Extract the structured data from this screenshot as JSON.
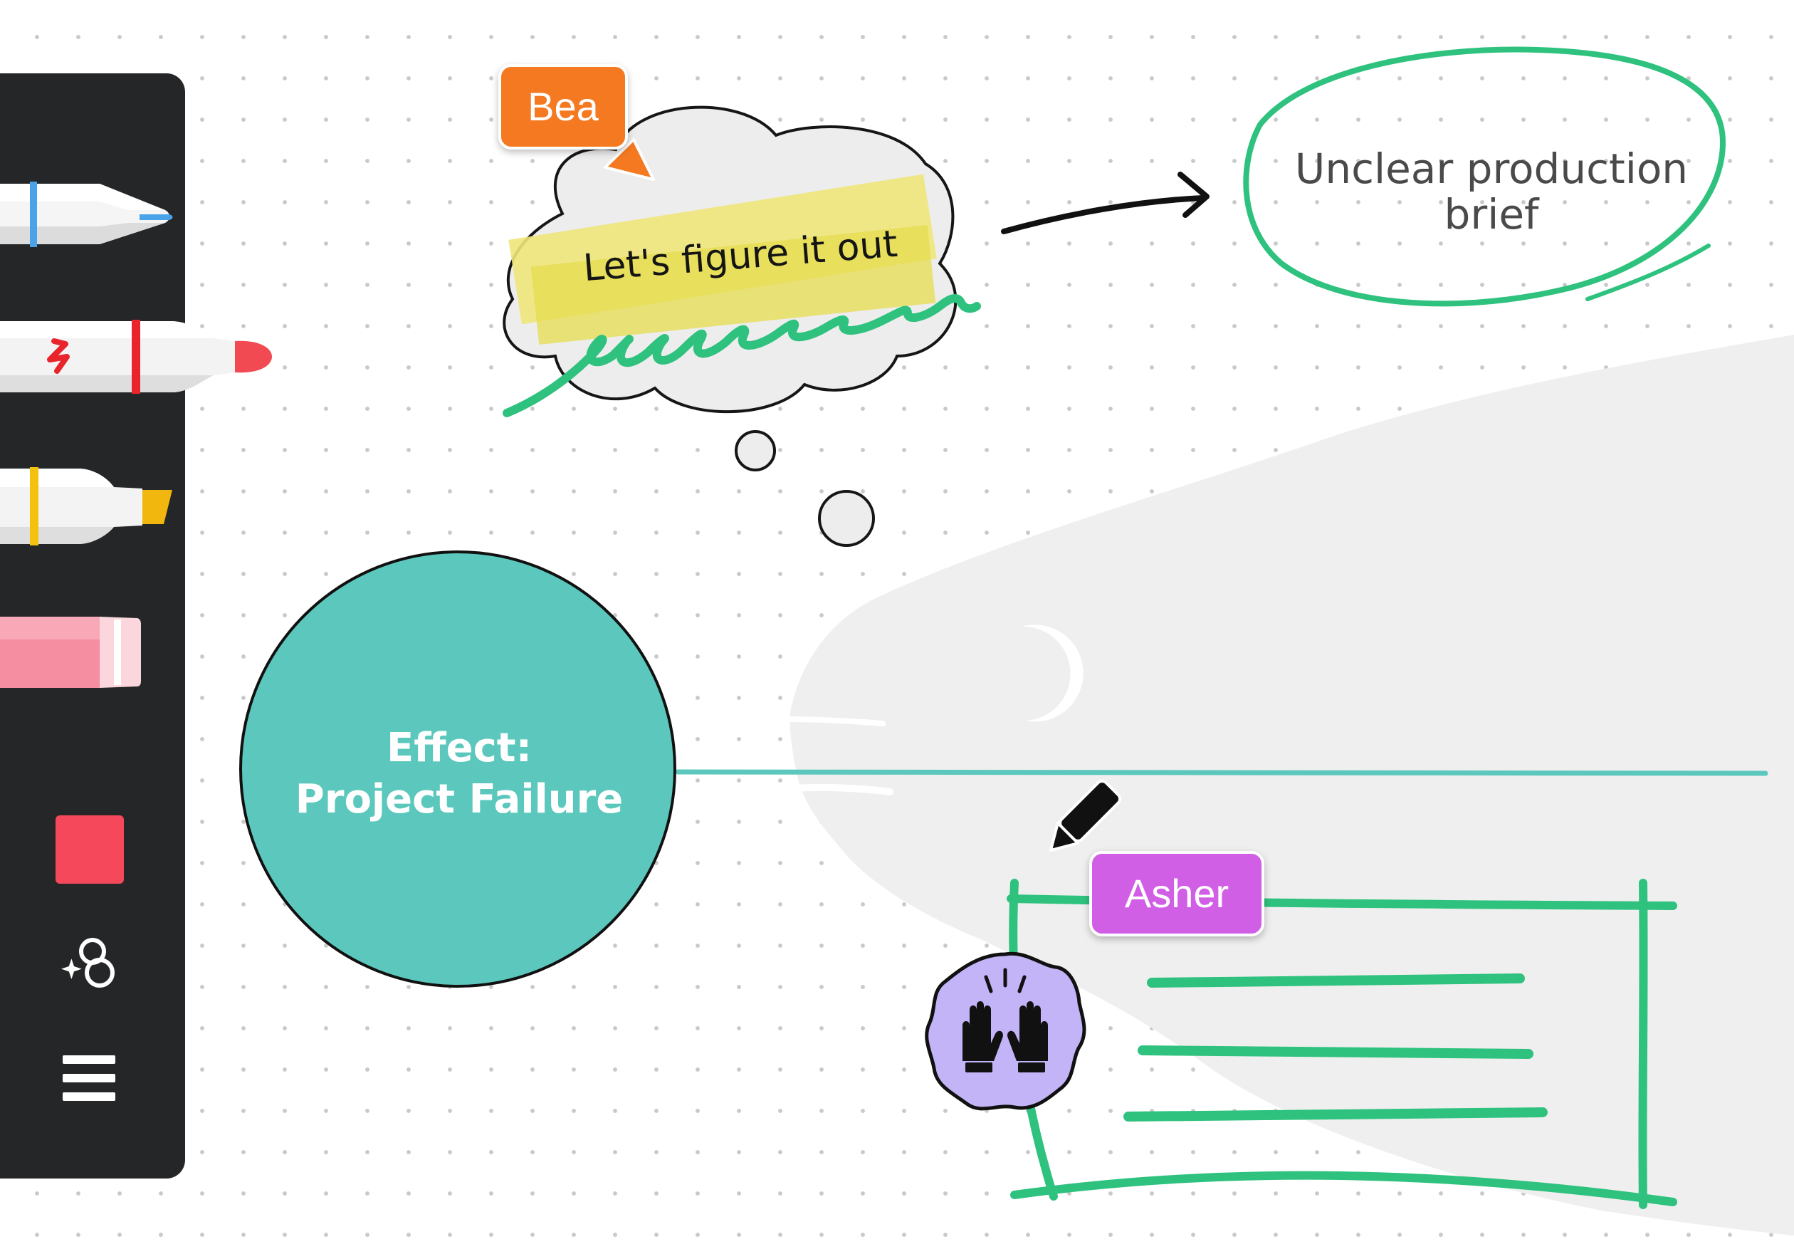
{
  "cursors": {
    "bea": {
      "name": "Bea",
      "color": "#f47920"
    },
    "asher": {
      "name": "Asher",
      "color": "#d15fe6"
    }
  },
  "whiteboard": {
    "thought_bubble": {
      "text": "Let's figure it out",
      "highlight_color": "#ede76a"
    },
    "oval_note": {
      "text": "Unclear production brief",
      "stroke_color": "#2ec27e"
    },
    "effect_circle": {
      "title": "Effect:",
      "subtitle": "Project Failure",
      "fill_color": "#5cc8bd"
    },
    "fish_diagram": {
      "fill_color": "#efefef",
      "spine_color": "#5cc8bd"
    }
  },
  "toolbar": {
    "tools": [
      {
        "name": "pen",
        "icon": "pen-icon",
        "color": "#4aa3e8"
      },
      {
        "name": "marker",
        "icon": "marker-icon",
        "color": "#e8252c"
      },
      {
        "name": "highlighter",
        "icon": "highlighter-icon",
        "color": "#f2c20f"
      },
      {
        "name": "eraser",
        "icon": "eraser-icon",
        "color": "#f58ea0"
      }
    ],
    "active_color": "#f5485b",
    "icons": [
      "shapes-sparkle-icon",
      "menu-icon"
    ]
  },
  "sticker": {
    "icon": "raised-hands-icon",
    "fill_color": "#c3b3f7"
  }
}
